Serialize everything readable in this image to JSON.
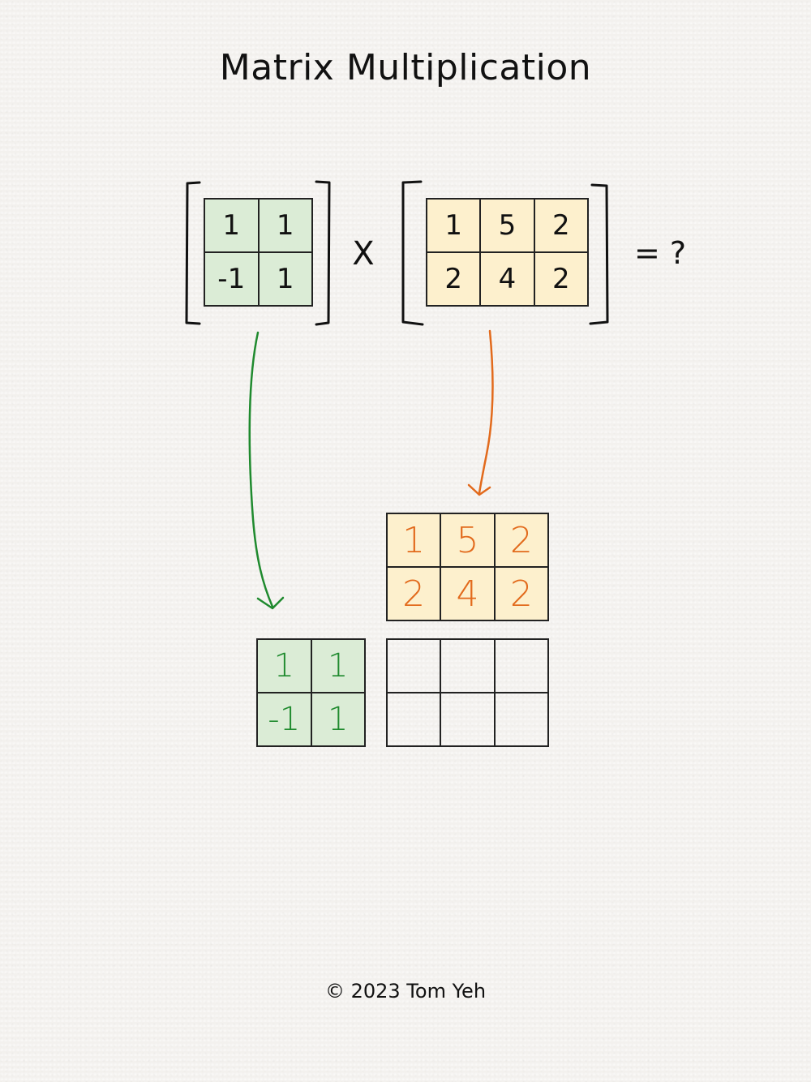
{
  "title": "Matrix Multiplication",
  "operator": "X",
  "result_prompt": "= ?",
  "footer": "©  2023 Tom Yeh",
  "matrix_a": [
    [
      "1",
      "1"
    ],
    [
      "-1",
      "1"
    ]
  ],
  "matrix_b": [
    [
      "1",
      "5",
      "2"
    ],
    [
      "2",
      "4",
      "2"
    ]
  ],
  "matrix_b_copy": [
    [
      "1",
      "5",
      "2"
    ],
    [
      "2",
      "4",
      "2"
    ]
  ],
  "matrix_a_copy": [
    [
      "1",
      "1"
    ],
    [
      "-1",
      "1"
    ]
  ],
  "result": [
    [
      "",
      "",
      ""
    ],
    [
      "",
      "",
      ""
    ]
  ],
  "colors": {
    "green_fill": "#dbecd6",
    "yellow_fill": "#fdf0cd",
    "green_ink": "#1f8a2e",
    "orange_ink": "#e26a1c"
  }
}
